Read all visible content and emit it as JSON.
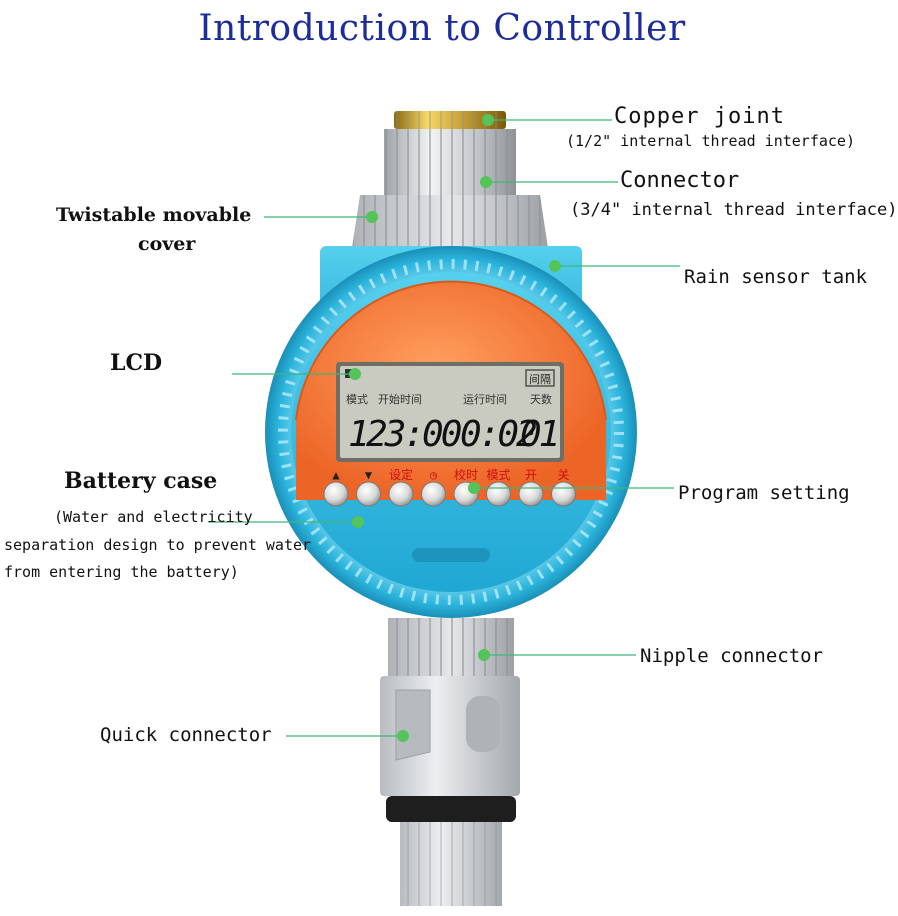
{
  "title": "Introduction to Controller",
  "labels": {
    "copper_joint": "Copper joint",
    "copper_joint_sub": "(1/2\" internal thread interface)",
    "connector": "Connector",
    "connector_sub": "(3/4\" internal thread interface)",
    "twistable_line1": "Twistable movable",
    "twistable_line2": "cover",
    "rain_sensor": "Rain sensor tank",
    "lcd": "LCD",
    "battery_case": "Battery case",
    "battery_sub1": "(Water and electricity",
    "battery_sub2": "separation design to prevent water",
    "battery_sub3": "from entering the battery)",
    "program_setting": "Program setting",
    "nipple_connector": "Nipple connector",
    "quick_connector": "Quick connector"
  },
  "lcd_screen": {
    "badge": "间隔",
    "captions": [
      "模式",
      "开始时间",
      "运行时间",
      "天数"
    ],
    "digits": [
      "1",
      "23:00",
      "0:02",
      "01"
    ]
  },
  "buttons": [
    "▲",
    "▼",
    "设定",
    "◷",
    "校时",
    "模式",
    "开",
    "关"
  ],
  "colors": {
    "title": "#1c2c9a",
    "leader_line": "#3cb878",
    "leader_dot": "#53c35a",
    "housing_blue": "#2bb4dc",
    "face_orange": "#f47b3a",
    "lcd_bg": "#c9cbc0",
    "button_label": "#cc1010"
  }
}
